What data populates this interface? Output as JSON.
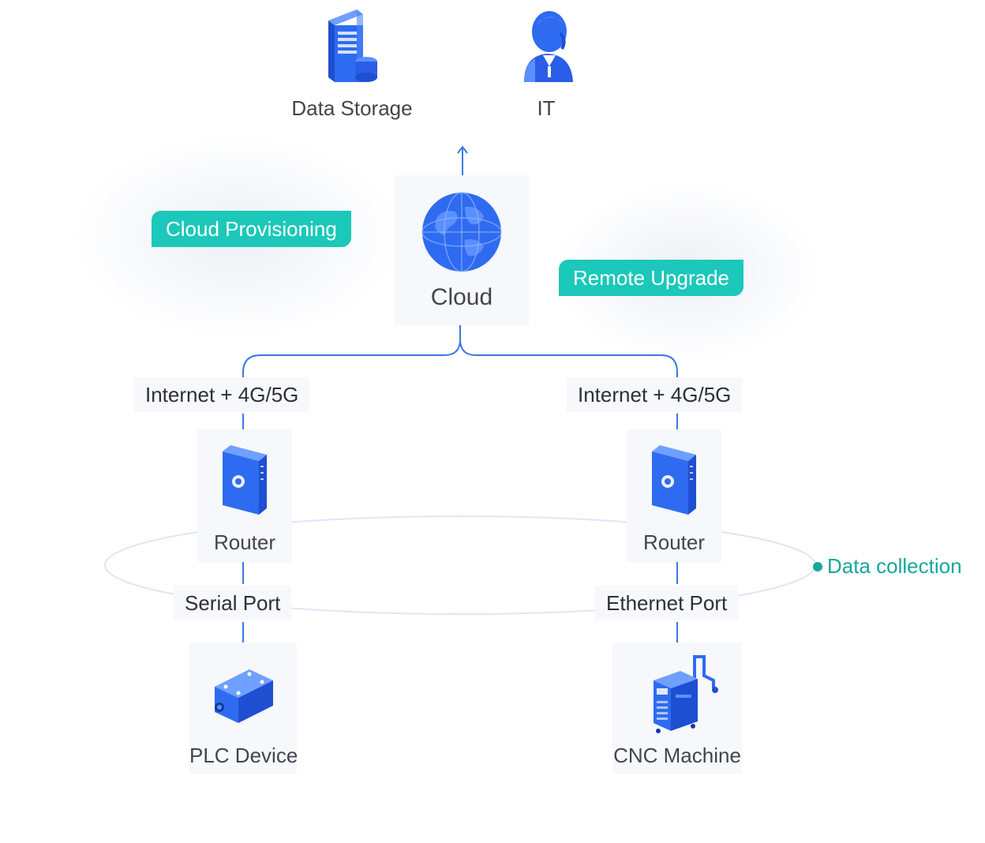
{
  "top": {
    "data_storage": {
      "label": "Data Storage",
      "icon": "server-database-icon"
    },
    "it": {
      "label": "IT",
      "icon": "it-person-icon"
    }
  },
  "cloud": {
    "label": "Cloud",
    "icon": "globe-icon"
  },
  "badges": {
    "provisioning": "Cloud Provisioning",
    "upgrade": "Remote Upgrade"
  },
  "left_branch": {
    "network": "Internet + 4G/5G",
    "router": "Router",
    "port": "Serial Port",
    "device": "PLC Device"
  },
  "right_branch": {
    "network": "Internet + 4G/5G",
    "router": "Router",
    "port": "Ethernet Port",
    "device": "CNC Machine"
  },
  "legend": {
    "label": "Data collection"
  },
  "colors": {
    "accent": "#1cc8b9",
    "line": "#3b78e7",
    "icon_blue": "#2f6bf0",
    "legend": "#16a89a"
  }
}
